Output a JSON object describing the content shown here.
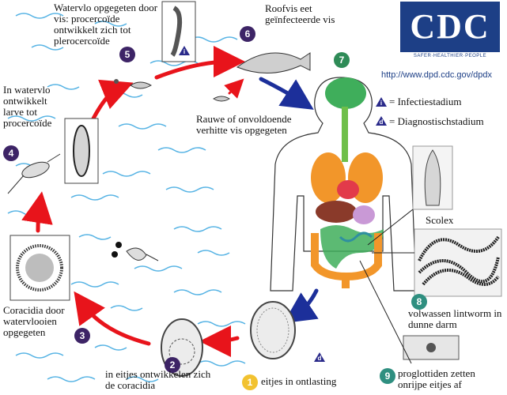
{
  "branding": {
    "logo_text": "CDC",
    "tagline": "SAFER·HEALTHIER·PEOPLE",
    "url": "http://www.dpd.cdc.gov/dpdx"
  },
  "legend": {
    "infective_letter": "i",
    "infective_label": "= Infectiestadium",
    "diagnostic_letter": "d",
    "diagnostic_label": "= Diagnostischstadium"
  },
  "stages": [
    {
      "number": "1",
      "label": "eitjes in ontlasting"
    },
    {
      "number": "2",
      "label": "in eitjes ontwikkelen zich de coracidia"
    },
    {
      "number": "3",
      "label": "Coracidia door watervlooien opgegeten"
    },
    {
      "number": "4",
      "label": "In watervlo ontwikkelt larve tot procercoïde"
    },
    {
      "number": "5",
      "label": "Watervlo opgegeten door vis: procercoïde ontwikkelt zich tot plerocercoïde"
    },
    {
      "number": "6",
      "label": "Roofvis eet geïnfecteerde vis"
    },
    {
      "number": "7",
      "label": ""
    },
    {
      "number": "8",
      "label": "volwassen lintworm in dunne darm"
    },
    {
      "number": "9",
      "label": "proglottiden zetten onrijpe eitjes af"
    }
  ],
  "other_labels": {
    "raw_fish": "Rauwe of onvoldoende verhitte vis opgegeten",
    "scolex": "Scolex"
  },
  "colors": {
    "cycle_arrow": "#e8141b",
    "human_arrow": "#1c2f9a",
    "water": "#39a6e0",
    "number_purple": "#3d2466",
    "number_green": "#2e8b57",
    "number_yellow": "#f2c230",
    "cdc_blue": "#1d3f86"
  }
}
